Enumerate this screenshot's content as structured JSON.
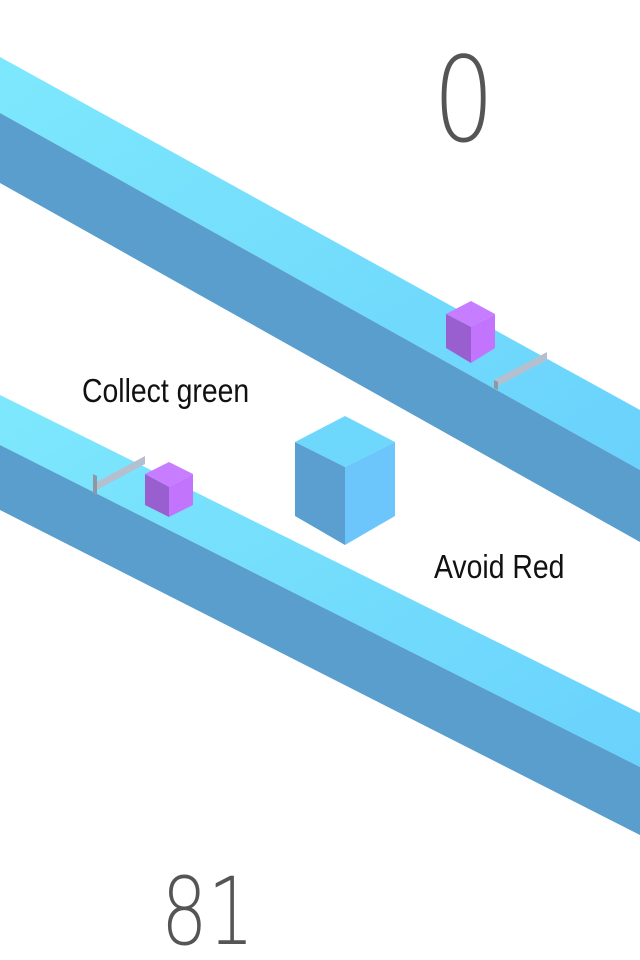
{
  "game": {
    "score": "0",
    "counter": "81",
    "hints": {
      "collect": "Collect green",
      "avoid": "Avoid Red"
    }
  },
  "colors": {
    "rail_top": "#72dcfc",
    "rail_side": "#5a9ecd",
    "player_top": "#6dd8fb",
    "player_left": "#5a9fd0",
    "player_right": "#6cc5fb",
    "pickup_top": "#c77dff",
    "pickup_left": "#9a5fcf",
    "pickup_right": "#c275fc",
    "bar": "#a9b5c4",
    "text": "#555555"
  }
}
